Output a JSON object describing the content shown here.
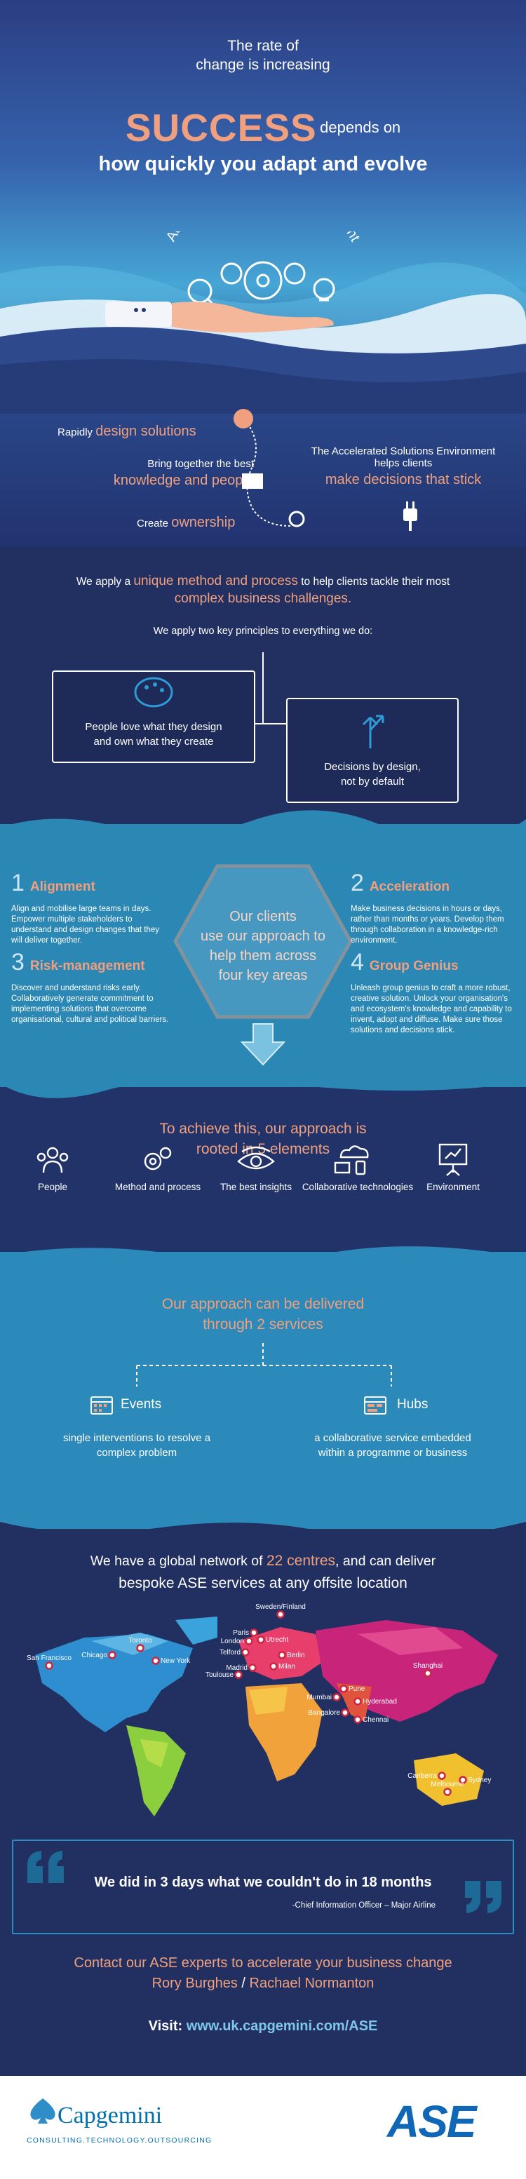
{
  "hero": {
    "line1": "The rate of",
    "line2": "change is increasing",
    "success": "SUCCESS",
    "depends": "depends on",
    "adapt": "how quickly you adapt and evolve",
    "arc_title": "Accelerated Solutions Environment",
    "item_design_pre": "Rapidly ",
    "item_design": "design solutions",
    "item_knowledge_pre": "Bring together the best",
    "item_knowledge": "knowledge and people",
    "item_ownership_pre": "Create ",
    "item_ownership": "ownership",
    "item_decisions_pre1": "The Accelerated Solutions Environment",
    "item_decisions_pre2": "helps clients",
    "item_decisions": "make decisions that stick"
  },
  "principles": {
    "intro_a": "We apply a ",
    "intro_b": "unique method and process",
    "intro_c": " to help clients tackle their most",
    "intro_d": "complex business challenges.",
    "subtitle": "We apply two key principles to everything we do:",
    "box1_l1": "People love what they design",
    "box1_l2": "and own what they create",
    "box2_l1": "Decisions by design,",
    "box2_l2": "not by default"
  },
  "areas": {
    "center_l1": "Our clients",
    "center_l2": "use our approach to",
    "center_l3": "help them across",
    "center_l4": "four key areas",
    "items": [
      {
        "num": "1",
        "title": "Alignment",
        "text": "Align and mobilise large teams in days. Empower multiple stakeholders to understand and design changes that they will deliver together."
      },
      {
        "num": "2",
        "title": "Acceleration",
        "text": "Make business decisions in hours or days, rather than months or years. Develop them through collaboration in a knowledge-rich environment."
      },
      {
        "num": "3",
        "title": "Risk-management",
        "text": "Discover and understand risks early. Collaboratively generate commitment to implementing solutions that overcome organisational, cultural and political barriers."
      },
      {
        "num": "4",
        "title": "Group Genius",
        "text": "Unleash group genius to craft a more robust, creative solution. Unlock your organisation's and ecosystem's knowledge and capability to invent, adopt and diffuse. Make sure those solutions and decisions stick."
      }
    ]
  },
  "elements": {
    "title_l1": "To achieve this, our approach is",
    "title_l2": "rooted in 5 elements",
    "items": [
      {
        "label": "People",
        "icon": "people-icon"
      },
      {
        "label": "Method and process",
        "icon": "gears-icon"
      },
      {
        "label": "The best insights",
        "icon": "eye-icon"
      },
      {
        "label": "Collaborative technologies",
        "icon": "cloud-devices-icon"
      },
      {
        "label": "Environment",
        "icon": "presentation-icon"
      }
    ]
  },
  "services": {
    "title_l1": "Our approach can be delivered",
    "title_l2": "through 2 services",
    "events_label": "Events",
    "events_l1": "single interventions to resolve a",
    "events_l2": "complex problem",
    "hubs_label": "Hubs",
    "hubs_l1": "a collaborative service embedded",
    "hubs_l2": "within a programme or business"
  },
  "network": {
    "l1_a": "We have a global network of ",
    "l1_b": "22 centres",
    "l1_c": ", and can deliver",
    "l2": "bespoke ASE services at any offsite location",
    "cities": [
      "Sweden/Finland",
      "Paris",
      "London",
      "Utrecht",
      "Telford",
      "Berlin",
      "Milan",
      "Toulouse",
      "Madrid",
      "San Francisco",
      "Chicago",
      "Toronto",
      "New York",
      "Pune",
      "Mumbai",
      "Hyderabad",
      "Bangalore",
      "Chennai",
      "Shanghai",
      "Canberra",
      "Sydney",
      "Melbourne"
    ]
  },
  "quote": {
    "text": "We did in 3 days what we couldn't do in 18 months",
    "attribution": "-Chief Information Officer – Major Airline"
  },
  "contact": {
    "line1": "Contact our ASE experts to accelerate your business change",
    "name1": "Rory Burghes",
    "sep": " / ",
    "name2": "Rachael Normanton",
    "visit_label": "Visit: ",
    "visit_url": "www.uk.capgemini.com/ASE"
  },
  "footer": {
    "brand": "Capgemini",
    "tagline": "CONSULTING.TECHNOLOGY.OUTSOURCING",
    "ase": "ASE"
  },
  "colors": {
    "accent_orange": "#f0a07e",
    "navy": "#213061",
    "teal": "#2b87b4",
    "capgemini_blue": "#0070ad"
  }
}
